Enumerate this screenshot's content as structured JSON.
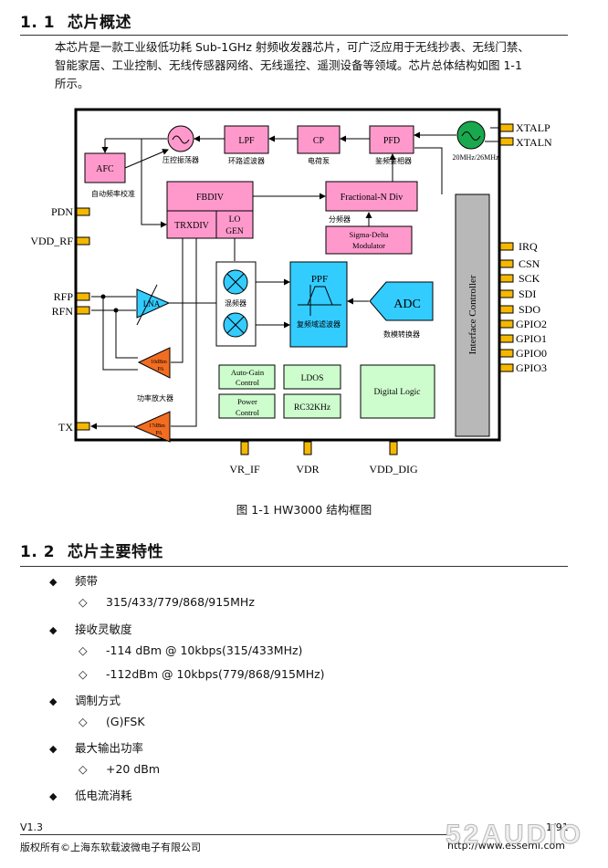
{
  "section1": {
    "number": "1. 1",
    "title": "芯片概述"
  },
  "intro": {
    "line1": "本芯片是一款工业级低功耗 Sub-1GHz 射频收发器芯片，可广泛应用于无线抄表、无线门禁、",
    "line2": "智能家居、工业控制、无线传感器网络、无线遥控、遥测设备等领域。芯片总体结构如图 1-1",
    "line3": "所示。"
  },
  "diagram": {
    "blocks": {
      "afc": "AFC",
      "lpf": "LPF",
      "cp": "CP",
      "pfd": "PFD",
      "fbdiv": "FBDIV",
      "trxdiv": "TRXDIV",
      "lo1": "LO",
      "lo2": "GEN",
      "frac": "Fractional-N Div",
      "sdm1": "Sigma-Delta",
      "sdm2": "Modulator",
      "ppf": "PPF",
      "adc": "ADC",
      "lna": "LNA",
      "pa1a": "10dBm",
      "pa1b": "PA",
      "pa2a": "17dBm",
      "pa2b": "PA",
      "agc1": "Auto-Gain",
      "agc2": "Control",
      "ldos": "LDOS",
      "pwr1": "Power",
      "pwr2": "Control",
      "rc": "RC32KHz",
      "dl": "Digital Logic",
      "ifc": "Interface Controller",
      "xtal_freq": "20MHz/26MHz"
    },
    "cn_labels": {
      "vco": "压控振荡器",
      "lpf": "环路滤波器",
      "cp": "电荷泵",
      "pfd": "鉴频鉴相器",
      "afc": "自动频率校准",
      "div": "分频器",
      "mixer": "混频器",
      "ppf": "复频域滤波器",
      "adc": "数模转换器",
      "pa": "功率放大器"
    },
    "pins": {
      "xtalp": "XTALP",
      "xtaln": "XTALN",
      "pdn": "PDN",
      "vdd_rf": "VDD_RF",
      "rfp": "RFP",
      "rfn": "RFN",
      "tx": "TX",
      "irq": "IRQ",
      "csn": "CSN",
      "sck": "SCK",
      "sdi": "SDI",
      "sdo": "SDO",
      "gpio2": "GPIO2",
      "gpio1": "GPIO1",
      "gpio0": "GPIO0",
      "gpio3": "GPIO3",
      "vr_if": "VR_IF",
      "vdr": "VDR",
      "vdd_dig": "VDD_DIG"
    },
    "colors": {
      "pink": "#ff99cc",
      "cyan": "#33ccff",
      "green": "#cdfccd",
      "orange": "#f26d21",
      "gray": "#b8b8b8",
      "pin": "#f5b800"
    }
  },
  "figure_caption": "图 1-1   HW3000 结构框图",
  "section2": {
    "number": "1. 2",
    "title": "芯片主要特性"
  },
  "features": {
    "band": "频带",
    "band_v": "315/433/779/868/915MHz",
    "sens": "接收灵敏度",
    "sens_v1": "-114 dBm @ 10kbps(315/433MHz)",
    "sens_v2": "-112dBm @ 10kbps(779/868/915MHz)",
    "mod": "调制方式",
    "mod_v": "(G)FSK",
    "pout": "最大输出功率",
    "pout_v": "+20 dBm",
    "lowpwr": "低电流消耗"
  },
  "footer": {
    "version": "V1.3",
    "copyright": "版权所有©上海东软载波微电子有限公司",
    "page": "1/91",
    "url": "http://www.essemi.com"
  },
  "watermark": "52AUDIO"
}
